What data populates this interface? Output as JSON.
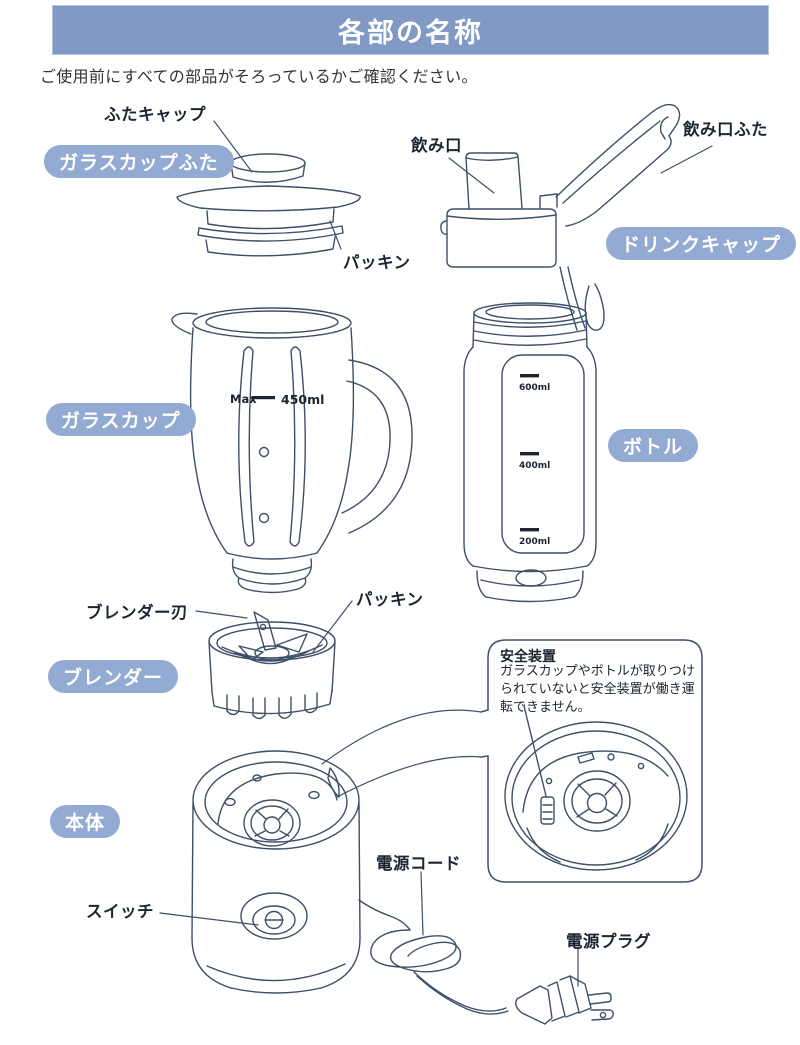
{
  "header": {
    "title": "各部の名称"
  },
  "intro": {
    "text": "ご使用前にすべての部品がそろっているかご確認ください。"
  },
  "colors": {
    "banner_bg": "#8199c4",
    "label_bg": "#93aad3",
    "line_art": "#3e4f68",
    "text": "#1c2430"
  },
  "section_labels": {
    "glass_cup_lid": "ガラスカップふた",
    "drink_cap": "ドリンクキャップ",
    "glass_cup": "ガラスカップ",
    "bottle": "ボトル",
    "blender": "ブレンダー",
    "body": "本体"
  },
  "part_labels": {
    "lid_cap": "ふたキャップ",
    "packing_lid": "パッキン",
    "spout": "飲み口",
    "spout_lid": "飲み口ふた",
    "blender_blade": "ブレンダー刃",
    "packing_blender": "パッキン",
    "switch": "スイッチ",
    "power_cord": "電源コード",
    "power_plug": "電源プラグ"
  },
  "safety_note": {
    "title": "安全装置",
    "body": "ガラスカップやボトルが取りつけられていないと安全装置が働き運転できません。"
  },
  "measurements": {
    "glass_cup_max": "Max",
    "glass_cup_capacity": "450ml",
    "bottle_marks": [
      "600ml",
      "400ml",
      "200ml"
    ]
  }
}
